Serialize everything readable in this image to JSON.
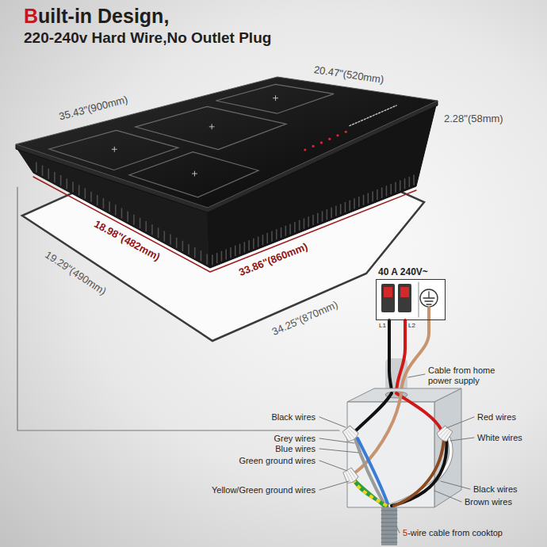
{
  "diagram": {
    "title": "Built-in Design,",
    "nodes": [
      {
        "text": [
          "40 A 240V~"
        ]
      }
    ],
    "labels": [
      "220-240v Hard Wire,No Outlet Plug",
      "35.43\"(900mm)",
      "20.47\"(520mm)",
      "2.28\"(58mm)",
      "18.98\"(482mm)",
      "33.86\"(860mm)",
      "19.29\"(490mm)",
      "34.25\"(870mm)",
      "L1",
      "L2",
      "Cable from home power supply",
      "Black wires",
      "Grey wires",
      "Blue wires",
      "Green ground wires",
      "Yellow/Green ground wires",
      "Red wires",
      "White wires",
      "Black wires",
      "Brown wires",
      "5-wire cable from cooktop"
    ]
  }
}
